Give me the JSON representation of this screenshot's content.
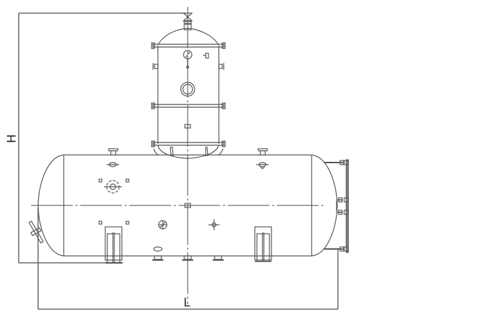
{
  "drawing": {
    "type": "engineering-elevation-view",
    "subject": "horizontal pressure vessel with vertical dome column",
    "colors": {
      "line": "#555555",
      "dim_line": "#666666",
      "background": "#ffffff"
    }
  },
  "dimensions": {
    "height_label": "H",
    "length_label": "L"
  },
  "components": {
    "main_vessel": "horizontal cylindrical shell with elliptical heads",
    "dome": "vertical flanged column with dished top head",
    "top_valve": "vent valve",
    "pressure_gauge": "gauge",
    "manhole": "manway",
    "saddles": [
      "left saddle support",
      "right saddle support"
    ],
    "level_gauge": "side level gauge with valves",
    "drain_nozzles": 3
  }
}
